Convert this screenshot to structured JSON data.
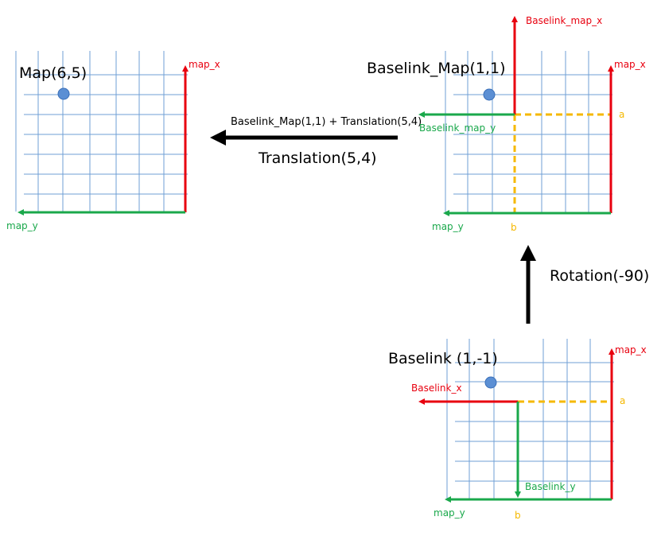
{
  "colors": {
    "grid": "#6f9fd6",
    "x_axis": "#e8000f",
    "y_axis": "#1aa84b",
    "guide": "#f5b800",
    "point_fill": "#5b8fd4",
    "point_stroke": "#3a6fb8",
    "arrow": "#000000"
  },
  "panels": {
    "map": {
      "title": "Map(6,5)",
      "x_axis_label": "map_x",
      "y_axis_label": "map_y"
    },
    "baselink_map": {
      "title": "Baselink_Map(1,1)",
      "baselink_map_x_label": "Baselink_map_x",
      "baselink_map_y_label": "Baselink_map_y",
      "map_x_label": "map_x",
      "map_y_label": "map_y",
      "guide_a": "a",
      "guide_b": "b"
    },
    "baselink": {
      "title": "Baselink (1,-1)",
      "baselink_x_label": "Baselink_x",
      "baselink_y_label": "Baselink_y",
      "map_x_label": "map_x",
      "map_y_label": "map_y",
      "guide_a": "a",
      "guide_b": "b"
    }
  },
  "transforms": {
    "translation_formula": "Baselink_Map(1,1) + Translation(5,4)",
    "translation_label": "Translation(5,4)",
    "rotation_label": "Rotation(-90)"
  }
}
